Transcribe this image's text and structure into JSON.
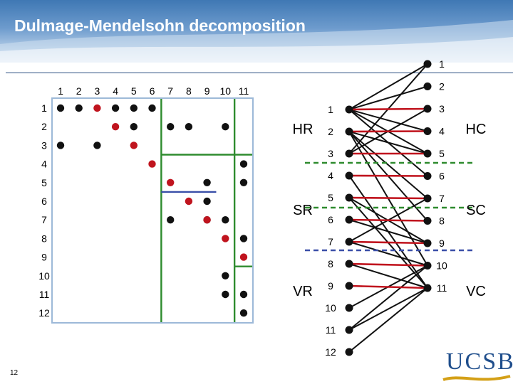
{
  "slide": {
    "title": "Dulmage-Mendelsohn decomposition",
    "page_number": "12",
    "logo_text": "UCSB"
  },
  "colors": {
    "black_dot": "#111111",
    "red_dot": "#c0141e",
    "block_line": "#2e8b2e",
    "row_separator": "#3a4fa8",
    "red_edge": "#c0141e",
    "matrix_border": "#9db9d8"
  },
  "matrix": {
    "col_labels": [
      "1",
      "2",
      "3",
      "4",
      "5",
      "6",
      "7",
      "8",
      "9",
      "10",
      "11"
    ],
    "row_labels": [
      "1",
      "2",
      "3",
      "4",
      "5",
      "6",
      "7",
      "8",
      "9",
      "10",
      "11",
      "12"
    ],
    "black_entries": [
      [
        1,
        1
      ],
      [
        1,
        2
      ],
      [
        1,
        4
      ],
      [
        1,
        5
      ],
      [
        1,
        6
      ],
      [
        2,
        5
      ],
      [
        2,
        7
      ],
      [
        2,
        8
      ],
      [
        2,
        10
      ],
      [
        3,
        1
      ],
      [
        3,
        3
      ],
      [
        4,
        11
      ],
      [
        5,
        9
      ],
      [
        5,
        11
      ],
      [
        6,
        9
      ],
      [
        7,
        7
      ],
      [
        7,
        9
      ],
      [
        7,
        10
      ],
      [
        8,
        11
      ],
      [
        10,
        10
      ],
      [
        11,
        10
      ],
      [
        11,
        11
      ],
      [
        12,
        11
      ]
    ],
    "red_entries": [
      [
        1,
        3
      ],
      [
        2,
        4
      ],
      [
        3,
        5
      ],
      [
        4,
        6
      ],
      [
        5,
        7
      ],
      [
        6,
        8
      ],
      [
        7,
        9
      ],
      [
        8,
        10
      ],
      [
        9,
        11
      ]
    ]
  },
  "bipartite": {
    "row_nodes": [
      "1",
      "2",
      "3",
      "4",
      "5",
      "6",
      "7",
      "8",
      "9",
      "10",
      "11",
      "12"
    ],
    "col_nodes": [
      "1",
      "2",
      "3",
      "4",
      "5",
      "6",
      "7",
      "8",
      "9",
      "10",
      "11"
    ],
    "matching": [
      [
        1,
        3
      ],
      [
        2,
        4
      ],
      [
        3,
        5
      ],
      [
        4,
        6
      ],
      [
        5,
        7
      ],
      [
        6,
        8
      ],
      [
        7,
        9
      ],
      [
        8,
        10
      ],
      [
        9,
        11
      ]
    ],
    "left_labels": [
      "HR",
      "SR",
      "VR"
    ],
    "right_labels": [
      "HC",
      "SC",
      "VC"
    ]
  }
}
